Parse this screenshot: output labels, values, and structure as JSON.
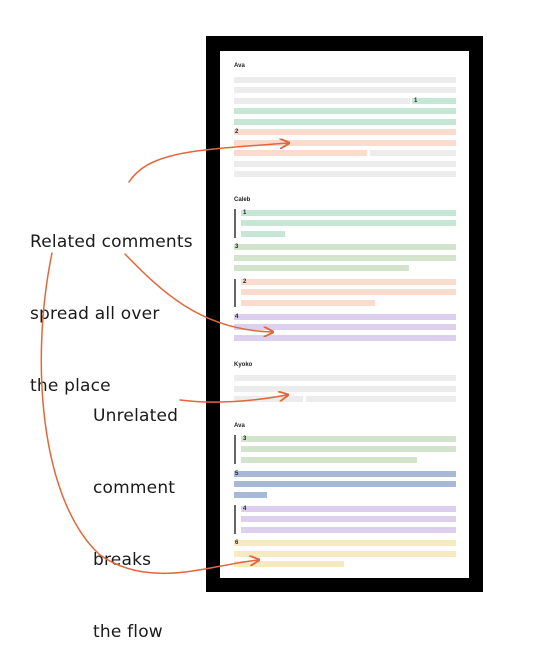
{
  "annotations": {
    "related": [
      "Related comments",
      "spread all over",
      "the place"
    ],
    "unrelated": [
      "Unrelated",
      "comment",
      "breaks",
      "the flow"
    ]
  },
  "threads": [
    {
      "author": "Ava",
      "comments": [
        {
          "number": "1",
          "color": "#c6e6d6"
        },
        {
          "number": "2",
          "color": "#fbdbcd"
        }
      ]
    },
    {
      "author": "Caleb",
      "comments": [
        {
          "number": "1",
          "color": "#c6e6d6"
        },
        {
          "number": "3",
          "color": "#d3e4cd"
        },
        {
          "number": "2",
          "color": "#fbdbcd"
        },
        {
          "number": "4",
          "color": "#ddd0ef"
        }
      ]
    },
    {
      "author": "Kyoko",
      "comments": []
    },
    {
      "author": "Ava",
      "comments": [
        {
          "number": "3",
          "color": "#d3e4cd"
        },
        {
          "number": "5",
          "color": "#a7b9d6"
        },
        {
          "number": "4",
          "color": "#ddd0ef"
        },
        {
          "number": "6",
          "color": "#f5eac0"
        }
      ]
    }
  ],
  "colors": {
    "gray": "#ececec",
    "arrow": "#e0683b",
    "frame": "#000000"
  }
}
